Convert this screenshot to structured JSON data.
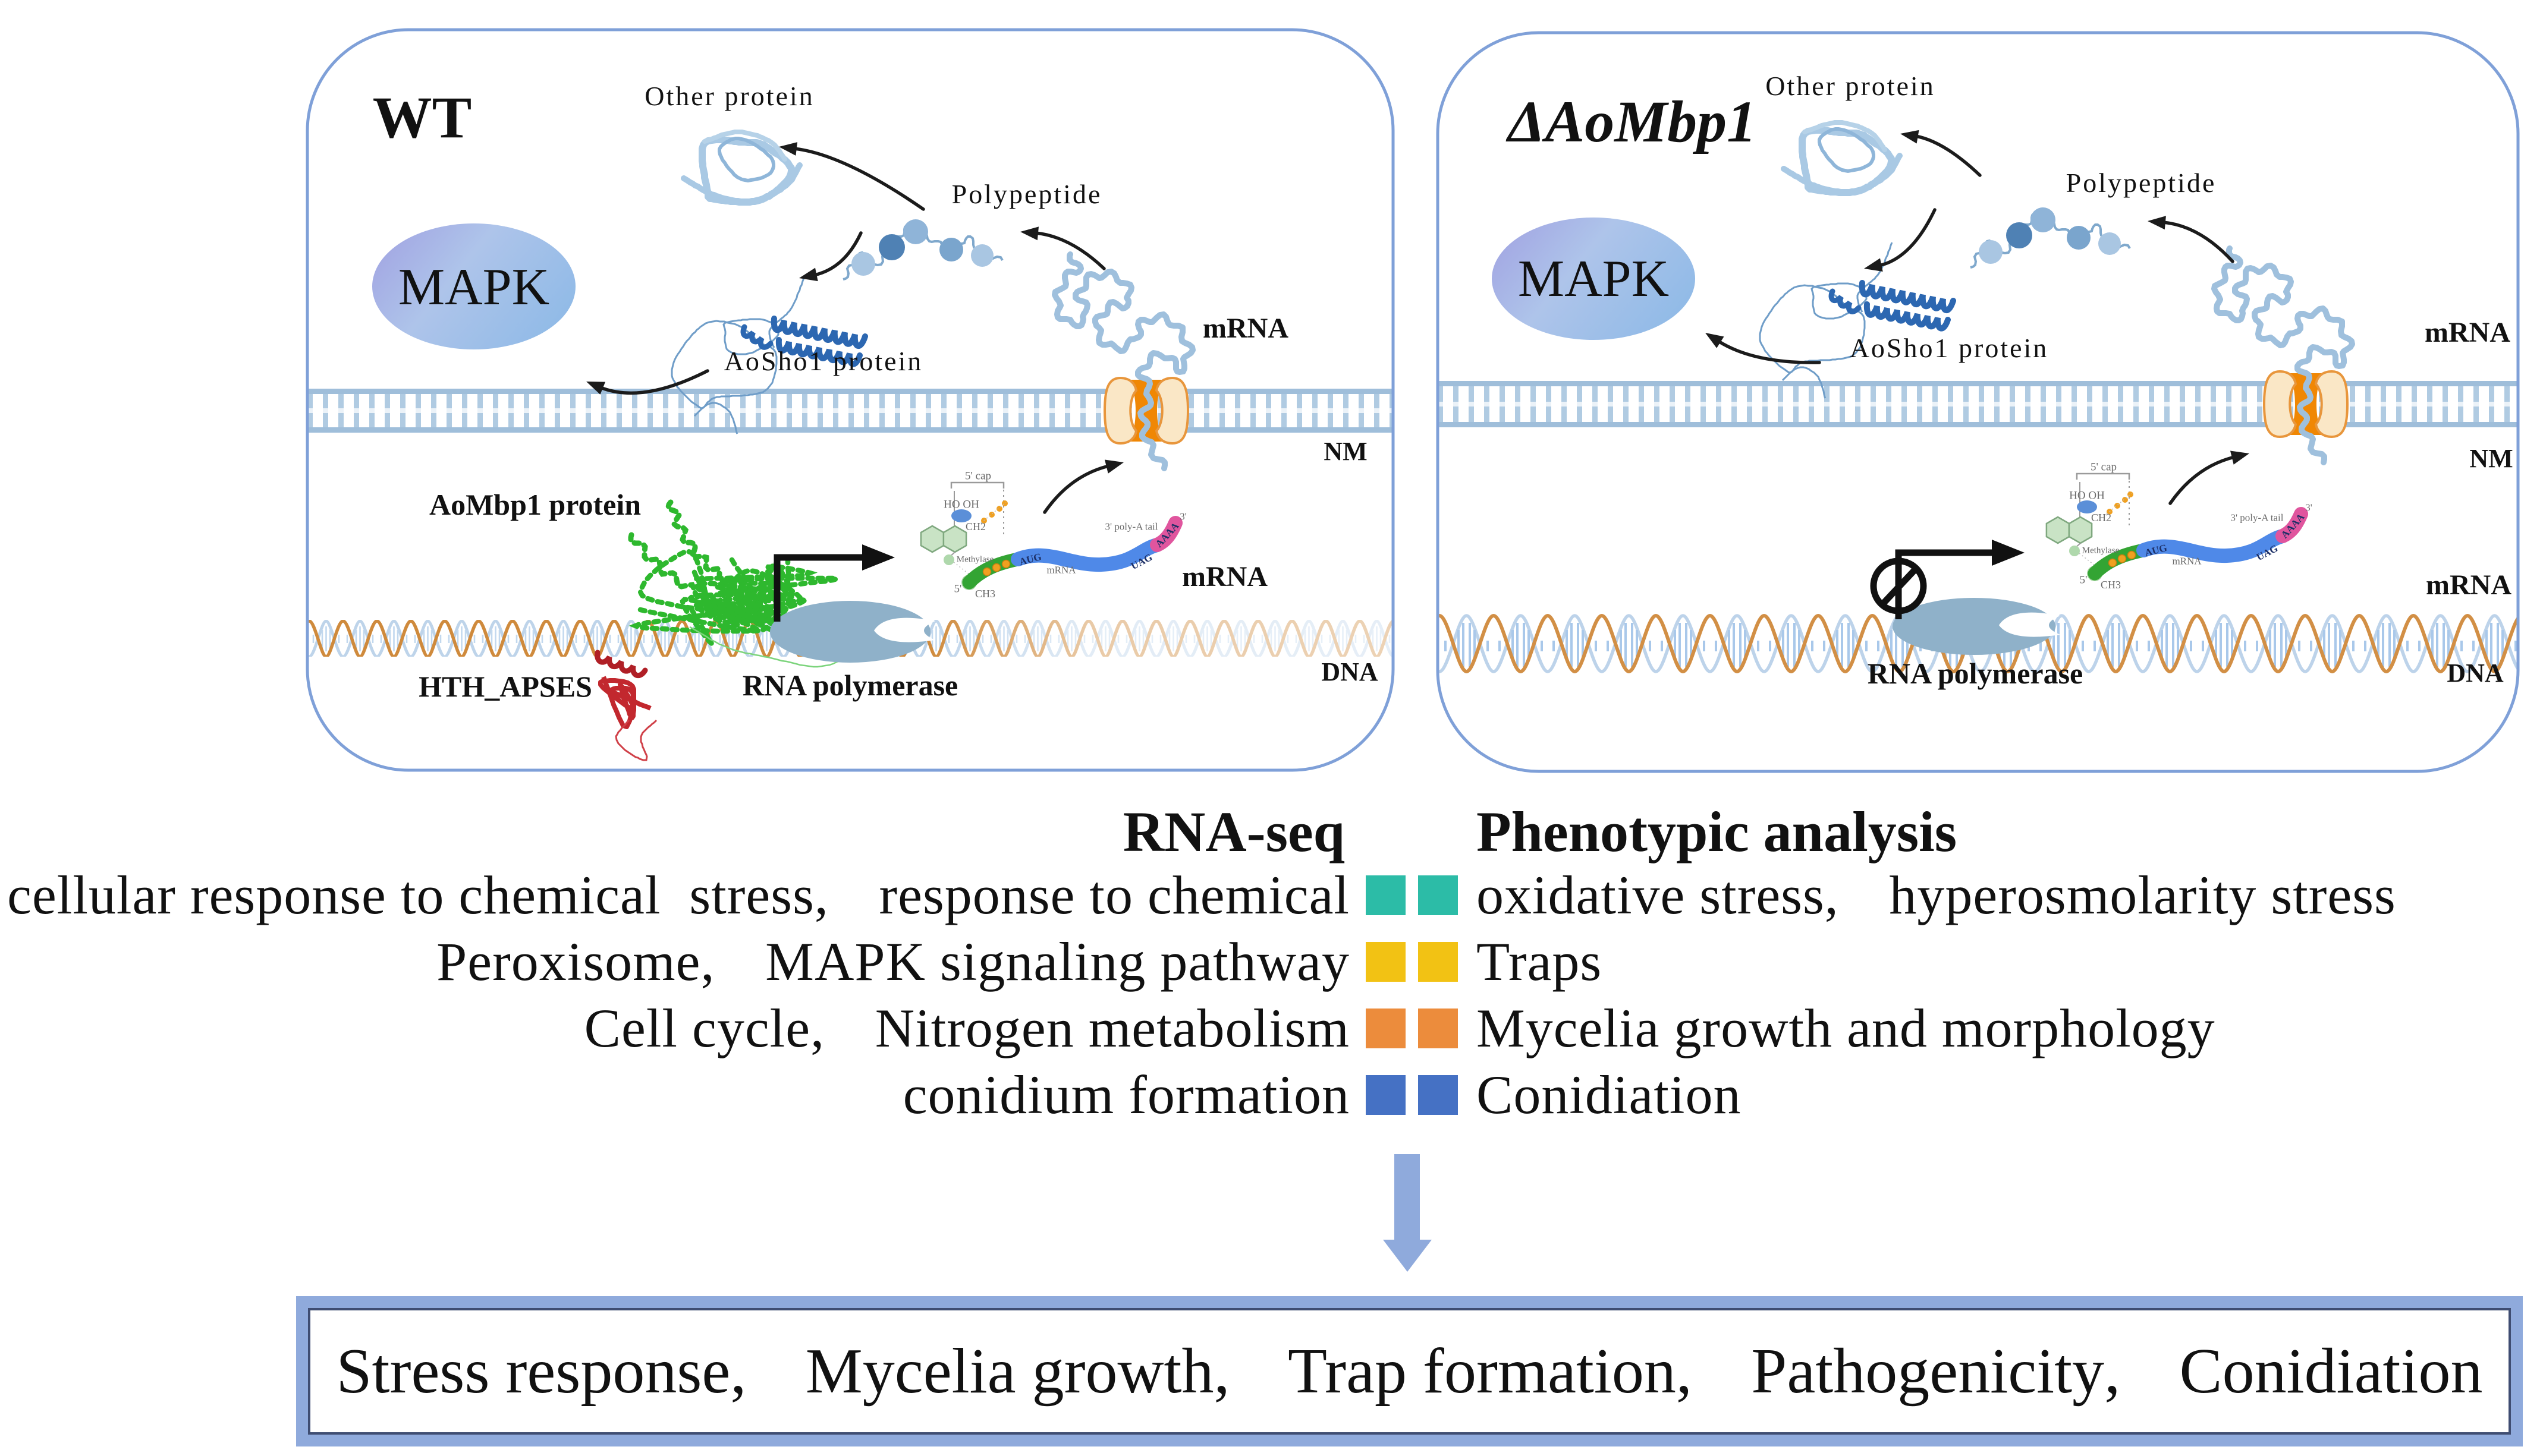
{
  "figure": {
    "panel_wt": {
      "title": "WT",
      "labels": {
        "other_protein": "Other protein",
        "polypeptide": "Polypeptide",
        "mapk": "MAPK",
        "aosho1": "AoSho1 protein",
        "mrna_upper": "mRNA",
        "nm": "NM",
        "aombp1": "AoMbp1 protein",
        "hth_apses": "HTH_APSES",
        "rna_polymerase": "RNA polymerase",
        "mrna_lower": "mRNA",
        "dna": "DNA"
      }
    },
    "panel_mutant": {
      "title": "ΔAoMbp1",
      "labels": {
        "other_protein": "Other protein",
        "polypeptide": "Polypeptide",
        "mapk": "MAPK",
        "aosho1": "AoSho1 protein",
        "mrna_upper": "mRNA",
        "nm": "NM",
        "rna_polymerase": "RNA polymerase",
        "mrna_lower": "mRNA",
        "dna": "DNA"
      }
    },
    "cap_labels": {
      "cap5": "5' cap",
      "ho_oh": "HO OH",
      "ch2": "CH2",
      "methylase": "Methylase",
      "five": "5'",
      "ch3": "CH3",
      "aug": "AUG",
      "mrna_small": "mRNA",
      "uag": "UAG",
      "aaaa": "AAAA",
      "polya": "3' poly-A tail",
      "three": "3'"
    }
  },
  "legend": {
    "left_header": "RNA-seq",
    "right_header": "Phenotypic analysis",
    "rows": [
      {
        "left": "cellular response to chemical  stress、 response to chemical",
        "right": "oxidative stress、 hyperosmolarity stress",
        "color": "#2cbca7"
      },
      {
        "left": "Peroxisome、 MAPK signaling pathway",
        "right": "Traps",
        "color": "#f2c214"
      },
      {
        "left": "Cell cycle、 Nitrogen metabolism",
        "right": "Mycelia growth and morphology",
        "color": "#ec8c3c"
      },
      {
        "left": "conidium formation",
        "right": "Conidiation",
        "color": "#4571c4"
      }
    ]
  },
  "conclusion": {
    "text": "Stress response、 Mycelia growth、 Trap formation、 Pathogenicity、 Conidiation"
  },
  "colors": {
    "panel_border": "#7fa0d8",
    "accent_arrow": "#8faadc",
    "box_outer": "#8faadc",
    "box_inner_line": "#3f4d72"
  }
}
